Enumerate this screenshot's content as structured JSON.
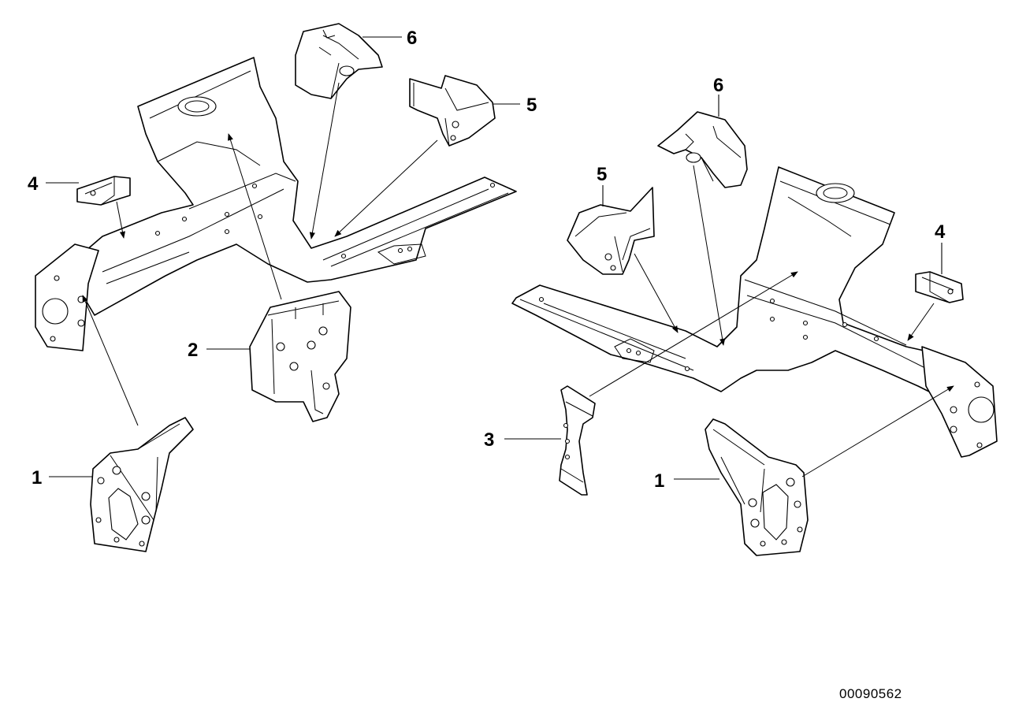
{
  "callouts": {
    "left": {
      "p1": "1",
      "p2": "2",
      "p4": "4",
      "p5": "5",
      "p6": "6"
    },
    "right": {
      "p1": "1",
      "p3": "3",
      "p4": "4",
      "p5": "5",
      "p6": "6"
    }
  },
  "document_number": "00090562",
  "colors": {
    "line": "#000000",
    "background": "#ffffff"
  }
}
